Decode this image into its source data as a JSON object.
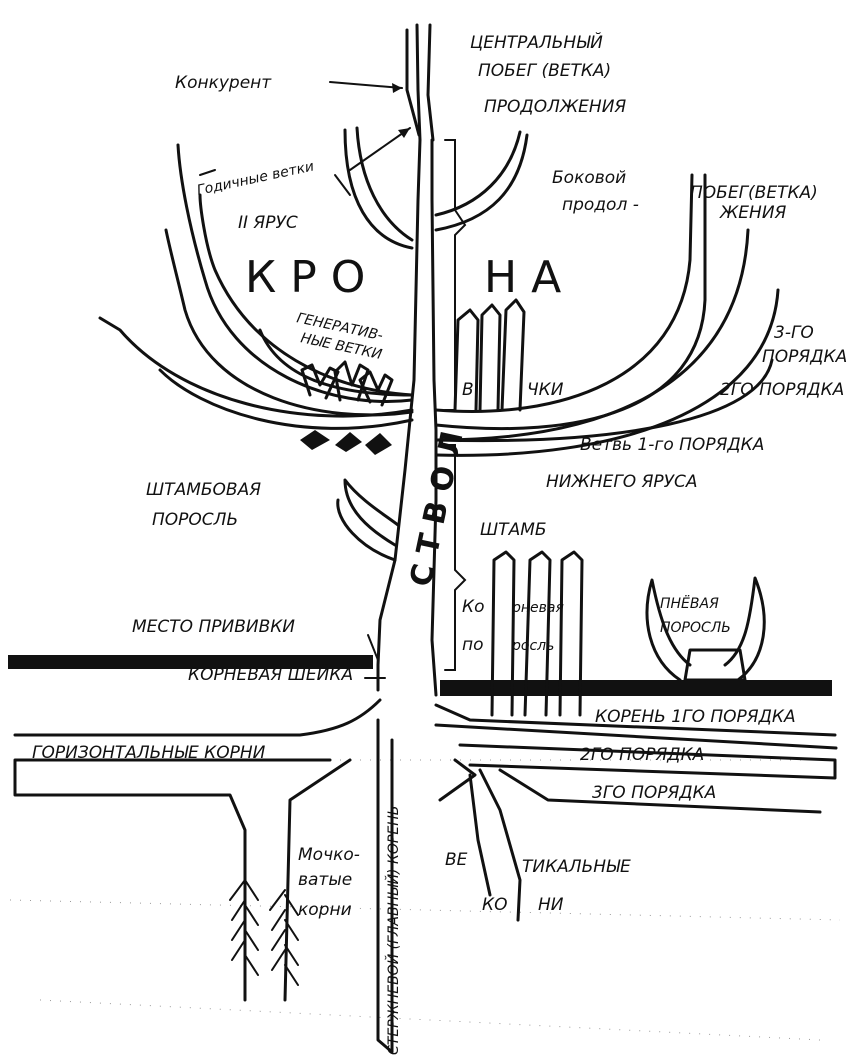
{
  "labels": {
    "konkurent": "Конкурент",
    "central_1": "ЦЕНТРАЛЬНЫЙ",
    "central_2": "ПОБЕГ (ВЕТКА)",
    "central_3": "ПРОДОЛЖЕНИЯ",
    "godichnye": "Годичные ветки",
    "yarus": "II ЯРУС",
    "bokovoy_1": "Боковой",
    "bokovoy_2": "продол -",
    "pobeg_1": "ПОБЕГ(ВЕТКА)",
    "pobeg_2": "ЖЕНИЯ",
    "kro": "К Р О",
    "na": "Н А",
    "generat_1": "ГЕНЕРАТИВ-",
    "generat_2": "НЫЕ ВЕТКИ",
    "order3_1": "3-ГО",
    "order3_2": "ПОРЯДКА",
    "order2": "2ГО ПОРЯДКА",
    "volchki_1": "В",
    "volchki_2": "ЧКИ",
    "stvol": "С Т В О Л",
    "vetv_1": "Ветвь 1-го ПОРЯДКА",
    "vetv_2": "НИЖНЕГО ЯРУСА",
    "shtamb_porosl_1": "ШТАМБОВАЯ",
    "shtamb_porosl_2": "ПОРОСЛЬ",
    "shtamb": "ШТАМБ",
    "kornevaya_porosl_1": "Ко",
    "kornevaya_porosl_2": "рневая",
    "kornevaya_porosl_3": "по",
    "kornevaya_porosl_4": "росль",
    "penyovaya_1": "ПНЁВАЯ",
    "penyovaya_2": "ПОРОСЛЬ",
    "mesto_privivki": "МЕСТО ПРИВИВКИ",
    "kornevaya_sheyka": "КОРНЕВАЯ ШЕЙКА",
    "koren_1": "КОРЕНЬ 1ГО ПОРЯДКА",
    "koren_2": "2ГО ПОРЯДКА",
    "koren_3": "3ГО ПОРЯДКА",
    "horizontal": "ГОРИЗОНТАЛЬНЫЕ КОРНИ",
    "mochkov_1": "Мочко-",
    "mochkov_2": "ватые",
    "mochkov_3": "корни",
    "sterzhnevoy": "СТЕРЖНЕВОЙ (ГЛАВНЫЙ) КОРЕНЬ",
    "vertikal_1": "ВЕ",
    "vertikal_2": "ТИКАЛЬНЫЕ",
    "vertikal_3": "КО",
    "vertikal_4": "НИ"
  }
}
